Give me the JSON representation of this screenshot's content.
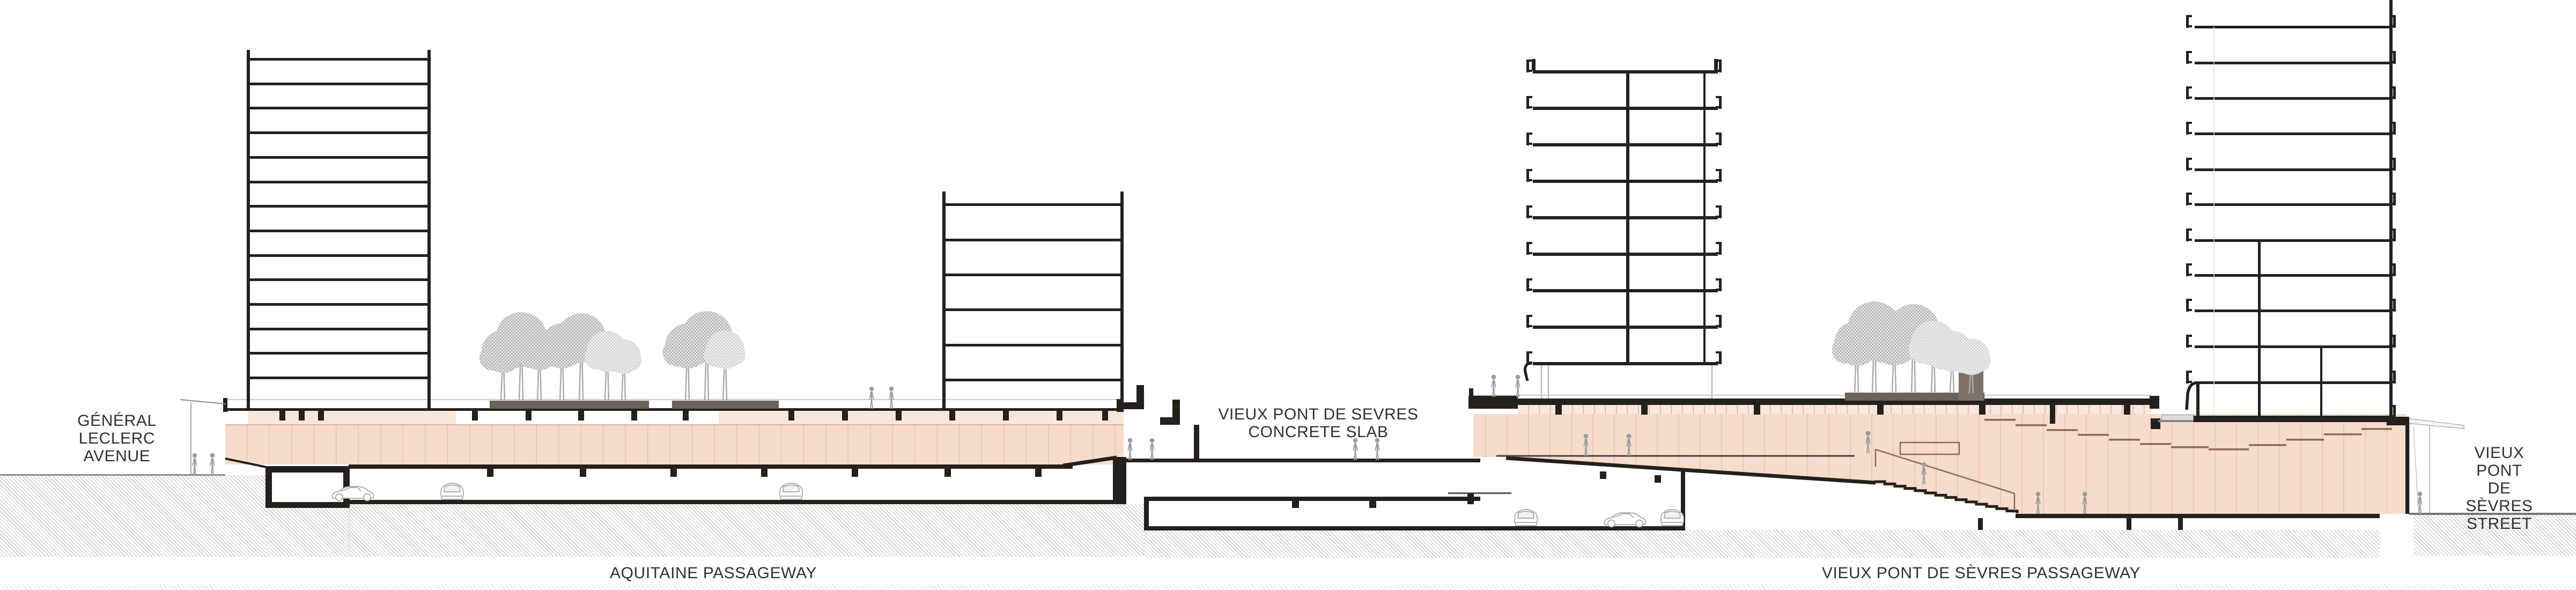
{
  "drawing": {
    "labels": {
      "general_leclerc": "GÉNÉRAL\nLECLERC\nAVENUE",
      "concrete_slab": "VIEUX PONT DE SEVRES\nCONCRETE SLAB",
      "aquitaine": "AQUITAINE PASSAGEWAY",
      "vps_passageway": "VIEUX PONT DE SÈVRES PASSAGEWAY",
      "vps_street": "VIEUX PONT\nDE SÈVRES\nSTREET"
    },
    "colors": {
      "ink": "#24201c",
      "slab_pink": "#f6dccb",
      "slab_pink_light": "#f9e7dc",
      "joint_pink": "#e6c4b0",
      "tick_pink": "#d9b49e",
      "planter": "#6a6159",
      "elevator": "#7c7269",
      "tree_dark": "#9e9e9e",
      "tree_light": "#c4c4c4",
      "tree_fill_dark": "#e8e8e8",
      "tree_fill_light": "#f2f2f2",
      "people": "#9b9b9b",
      "car_line": "#a5a5a5",
      "step_brown": "#8d6a52",
      "ground_line": "#8f8b88",
      "thin_gray": "#8a8a8a",
      "surface_gray": "#c9c9c9"
    }
  }
}
